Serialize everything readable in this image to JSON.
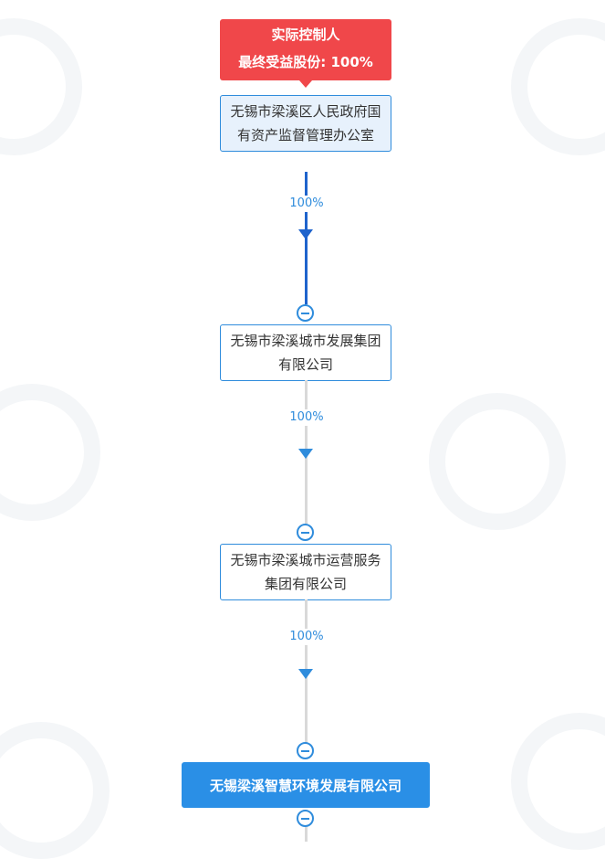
{
  "controller": {
    "label": "实际控制人",
    "share_text": "最终受益股份: 100%"
  },
  "nodes": [
    {
      "name": "无锡市梁溪区人民政府国有资产监督管理办公室"
    },
    {
      "name": "无锡市梁溪城市发展集团有限公司"
    },
    {
      "name": "无锡市梁溪城市运营服务集团有限公司"
    },
    {
      "name": "无锡梁溪智慧环境发展有限公司"
    }
  ],
  "links": [
    {
      "percent": "100%"
    },
    {
      "percent": "100%"
    },
    {
      "percent": "100%"
    }
  ],
  "colors": {
    "controller": "#f0474a",
    "node_border": "#2f8cdc",
    "primary_link": "#1e63cc",
    "final_node": "#2a8fe6"
  }
}
